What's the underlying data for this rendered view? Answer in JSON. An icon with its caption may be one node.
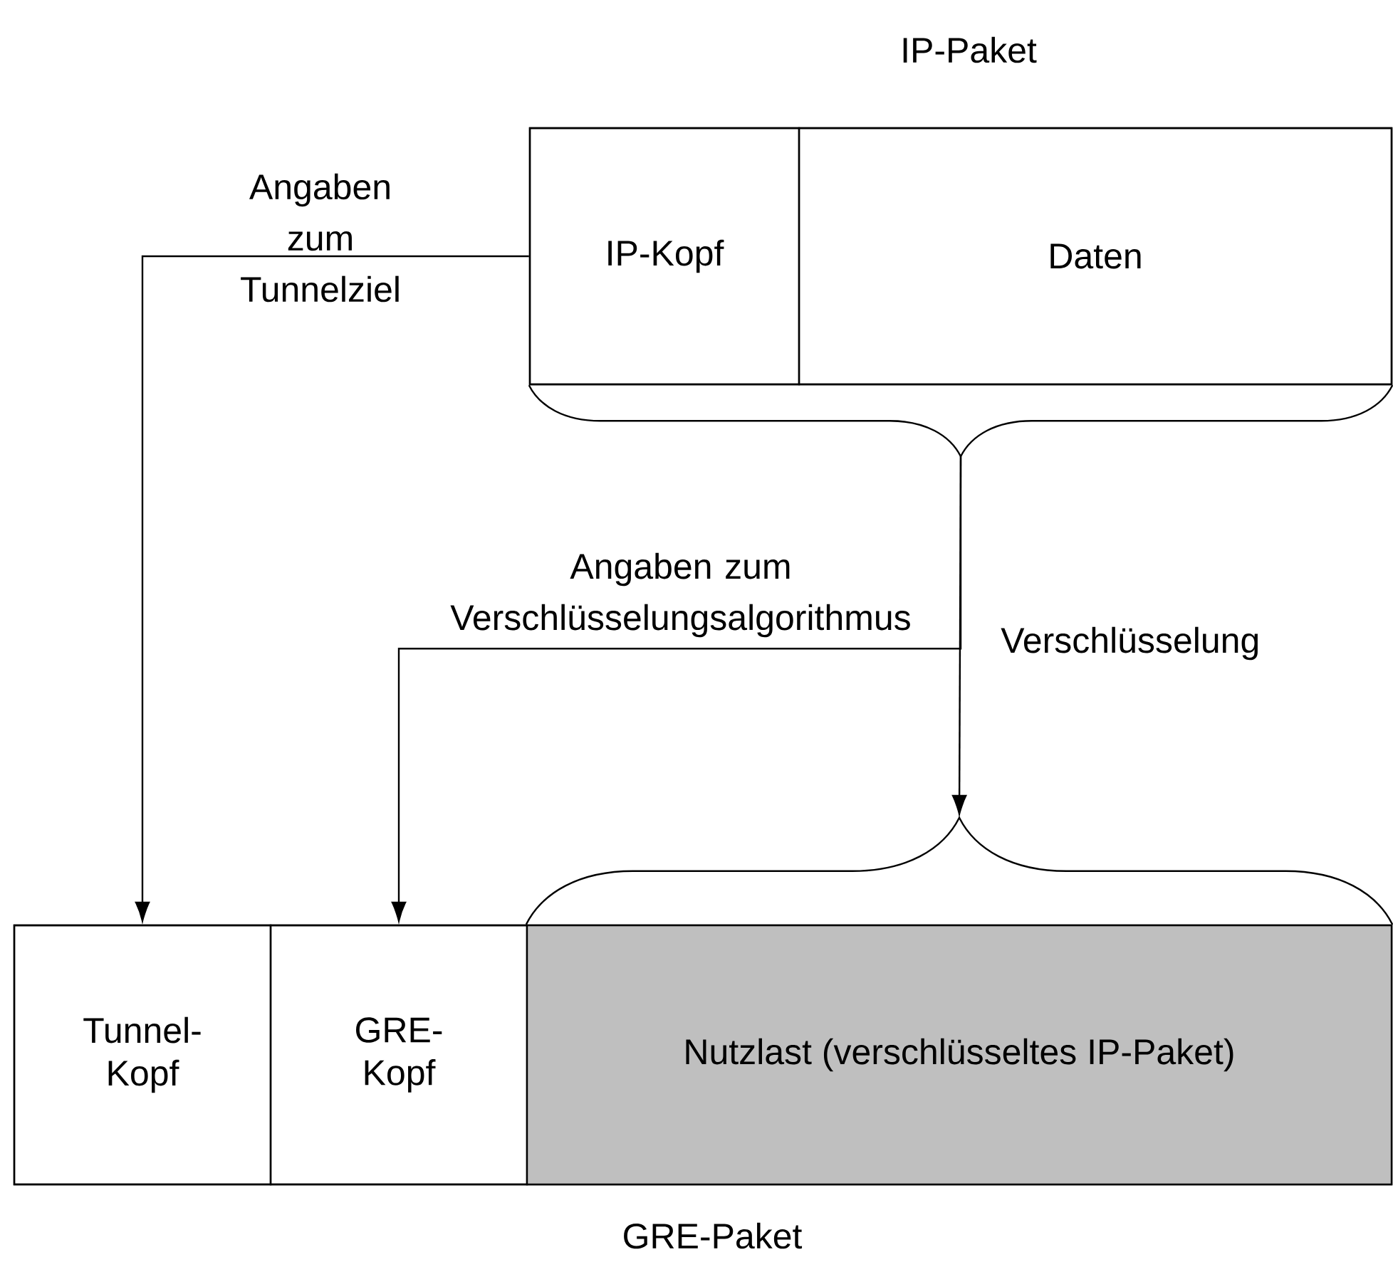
{
  "diagram": {
    "nodes": [
      {
        "text": [
          "IP-Paket"
        ]
      },
      {
        "text": [
          "IP-Kopf"
        ],
        "in": 0
      },
      {
        "text": [
          "Daten"
        ],
        "in": 0
      },
      {
        "text": [
          "GRE-Paket"
        ]
      },
      {
        "text": [
          "Tunnel-Kopf"
        ],
        "in": 3
      },
      {
        "text": [
          "GRE-Kopf"
        ],
        "in": 3
      },
      {
        "text": [
          "Nutzlast (verschlüsseltes IP-Paket)"
        ],
        "in": 3
      }
    ],
    "edges": [
      {
        "from": 1,
        "to": 4,
        "arrow": "to",
        "label": "Angaben zum Tunnelziel"
      },
      {
        "from": 0,
        "to": 6,
        "arrow": "to",
        "label": "Verschlüsselung"
      },
      {
        "from": 0,
        "to": 5,
        "arrow": "to",
        "label": "Angaben zum Verschlüsselungsalgorithmus"
      }
    ]
  }
}
